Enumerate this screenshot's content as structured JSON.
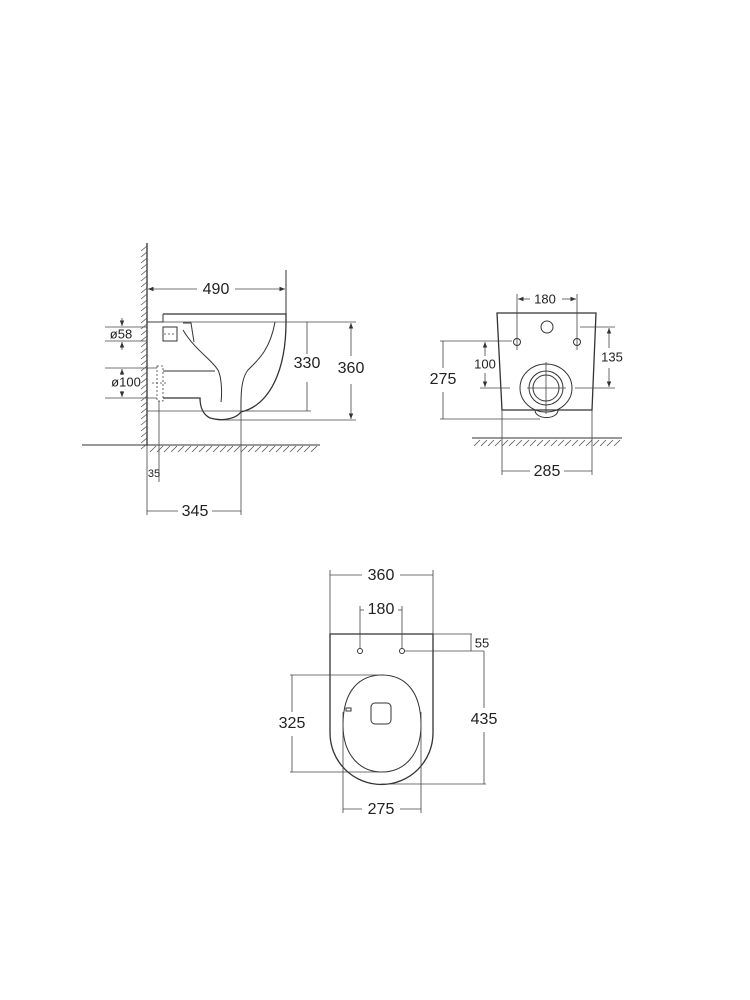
{
  "side_view": {
    "depth": "490",
    "inlet_diameter": "ø58",
    "outlet_diameter": "ø100",
    "bowl_height": "330",
    "total_height": "360",
    "outlet_offset": "35",
    "outlet_depth": "345"
  },
  "rear_view": {
    "bolt_spacing": "180",
    "outlet_height": "275",
    "bolt_to_outlet": "100",
    "inlet_to_outlet": "135",
    "width": "285"
  },
  "top_view": {
    "width": "360",
    "bolt_spacing": "180",
    "bolt_offset": "55",
    "length": "435",
    "seat_length": "325",
    "seat_width": "275"
  },
  "colors": {
    "line": "#333333",
    "background": "#ffffff"
  }
}
